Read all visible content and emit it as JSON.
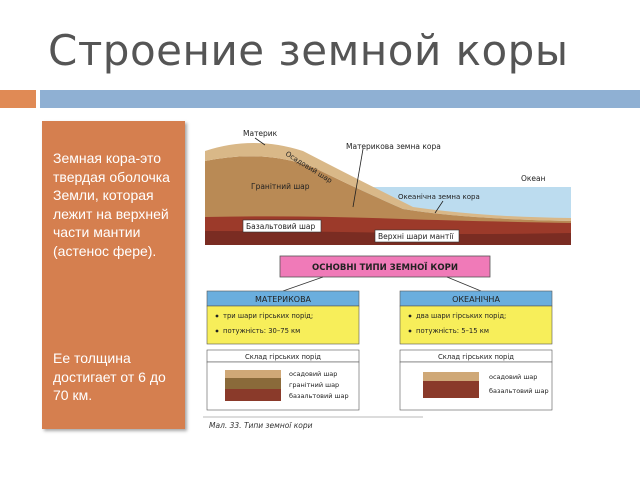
{
  "slide": {
    "title": "Строение земной коры",
    "paragraph1": "Земная кора-это твердая оболочка Земли, которая лежит на верхней части мантии (астенос фере).",
    "paragraph2": "Ее толщина достигает от 6 до 70 км."
  },
  "figure": {
    "label_continent": "Материк",
    "label_continental_crust": "Материкова земна кора",
    "label_sedimentary": "Осадовий шар",
    "label_ocean": "Океан",
    "label_granite": "Гранітний шар",
    "label_oceanic_crust": "Океанічна земна кора",
    "label_basalt": "Базальтовий шар",
    "label_mantle": "Верхні шари мантії",
    "main_box": "ОСНОВНІ ТИПИ ЗЕМНОЇ КОРИ",
    "left": {
      "title": "МАТЕРИКОВА",
      "item1": "три шари гірських порід;",
      "item2": "потужність: 30–75 км",
      "layers_header": "Склад гірських порід",
      "layer1": "осадовий шар",
      "layer2": "гранітний шар",
      "layer3": "базальтовий шар"
    },
    "right": {
      "title": "ОКЕАНІЧНА",
      "item1": "два шари гірських порід;",
      "item2": "потужність: 5–15 км",
      "layers_header": "Склад гірських порід",
      "layer1": "осадовий шар",
      "layer2": "базальтовий шар"
    },
    "caption": "Мал. 33. Типи земної кори"
  },
  "colors": {
    "accent_orange": "#e08a55",
    "accent_blue": "#8fb0d3",
    "textbox_bg": "#d57f4f",
    "sediment": "#cfa877",
    "granite": "#b98a55",
    "basalt": "#8a3a2a",
    "ocean": "#bcdcef",
    "magenta_box": "#f07ab8",
    "blue_header": "#6aaede",
    "yellow": "#f7ee5a"
  }
}
